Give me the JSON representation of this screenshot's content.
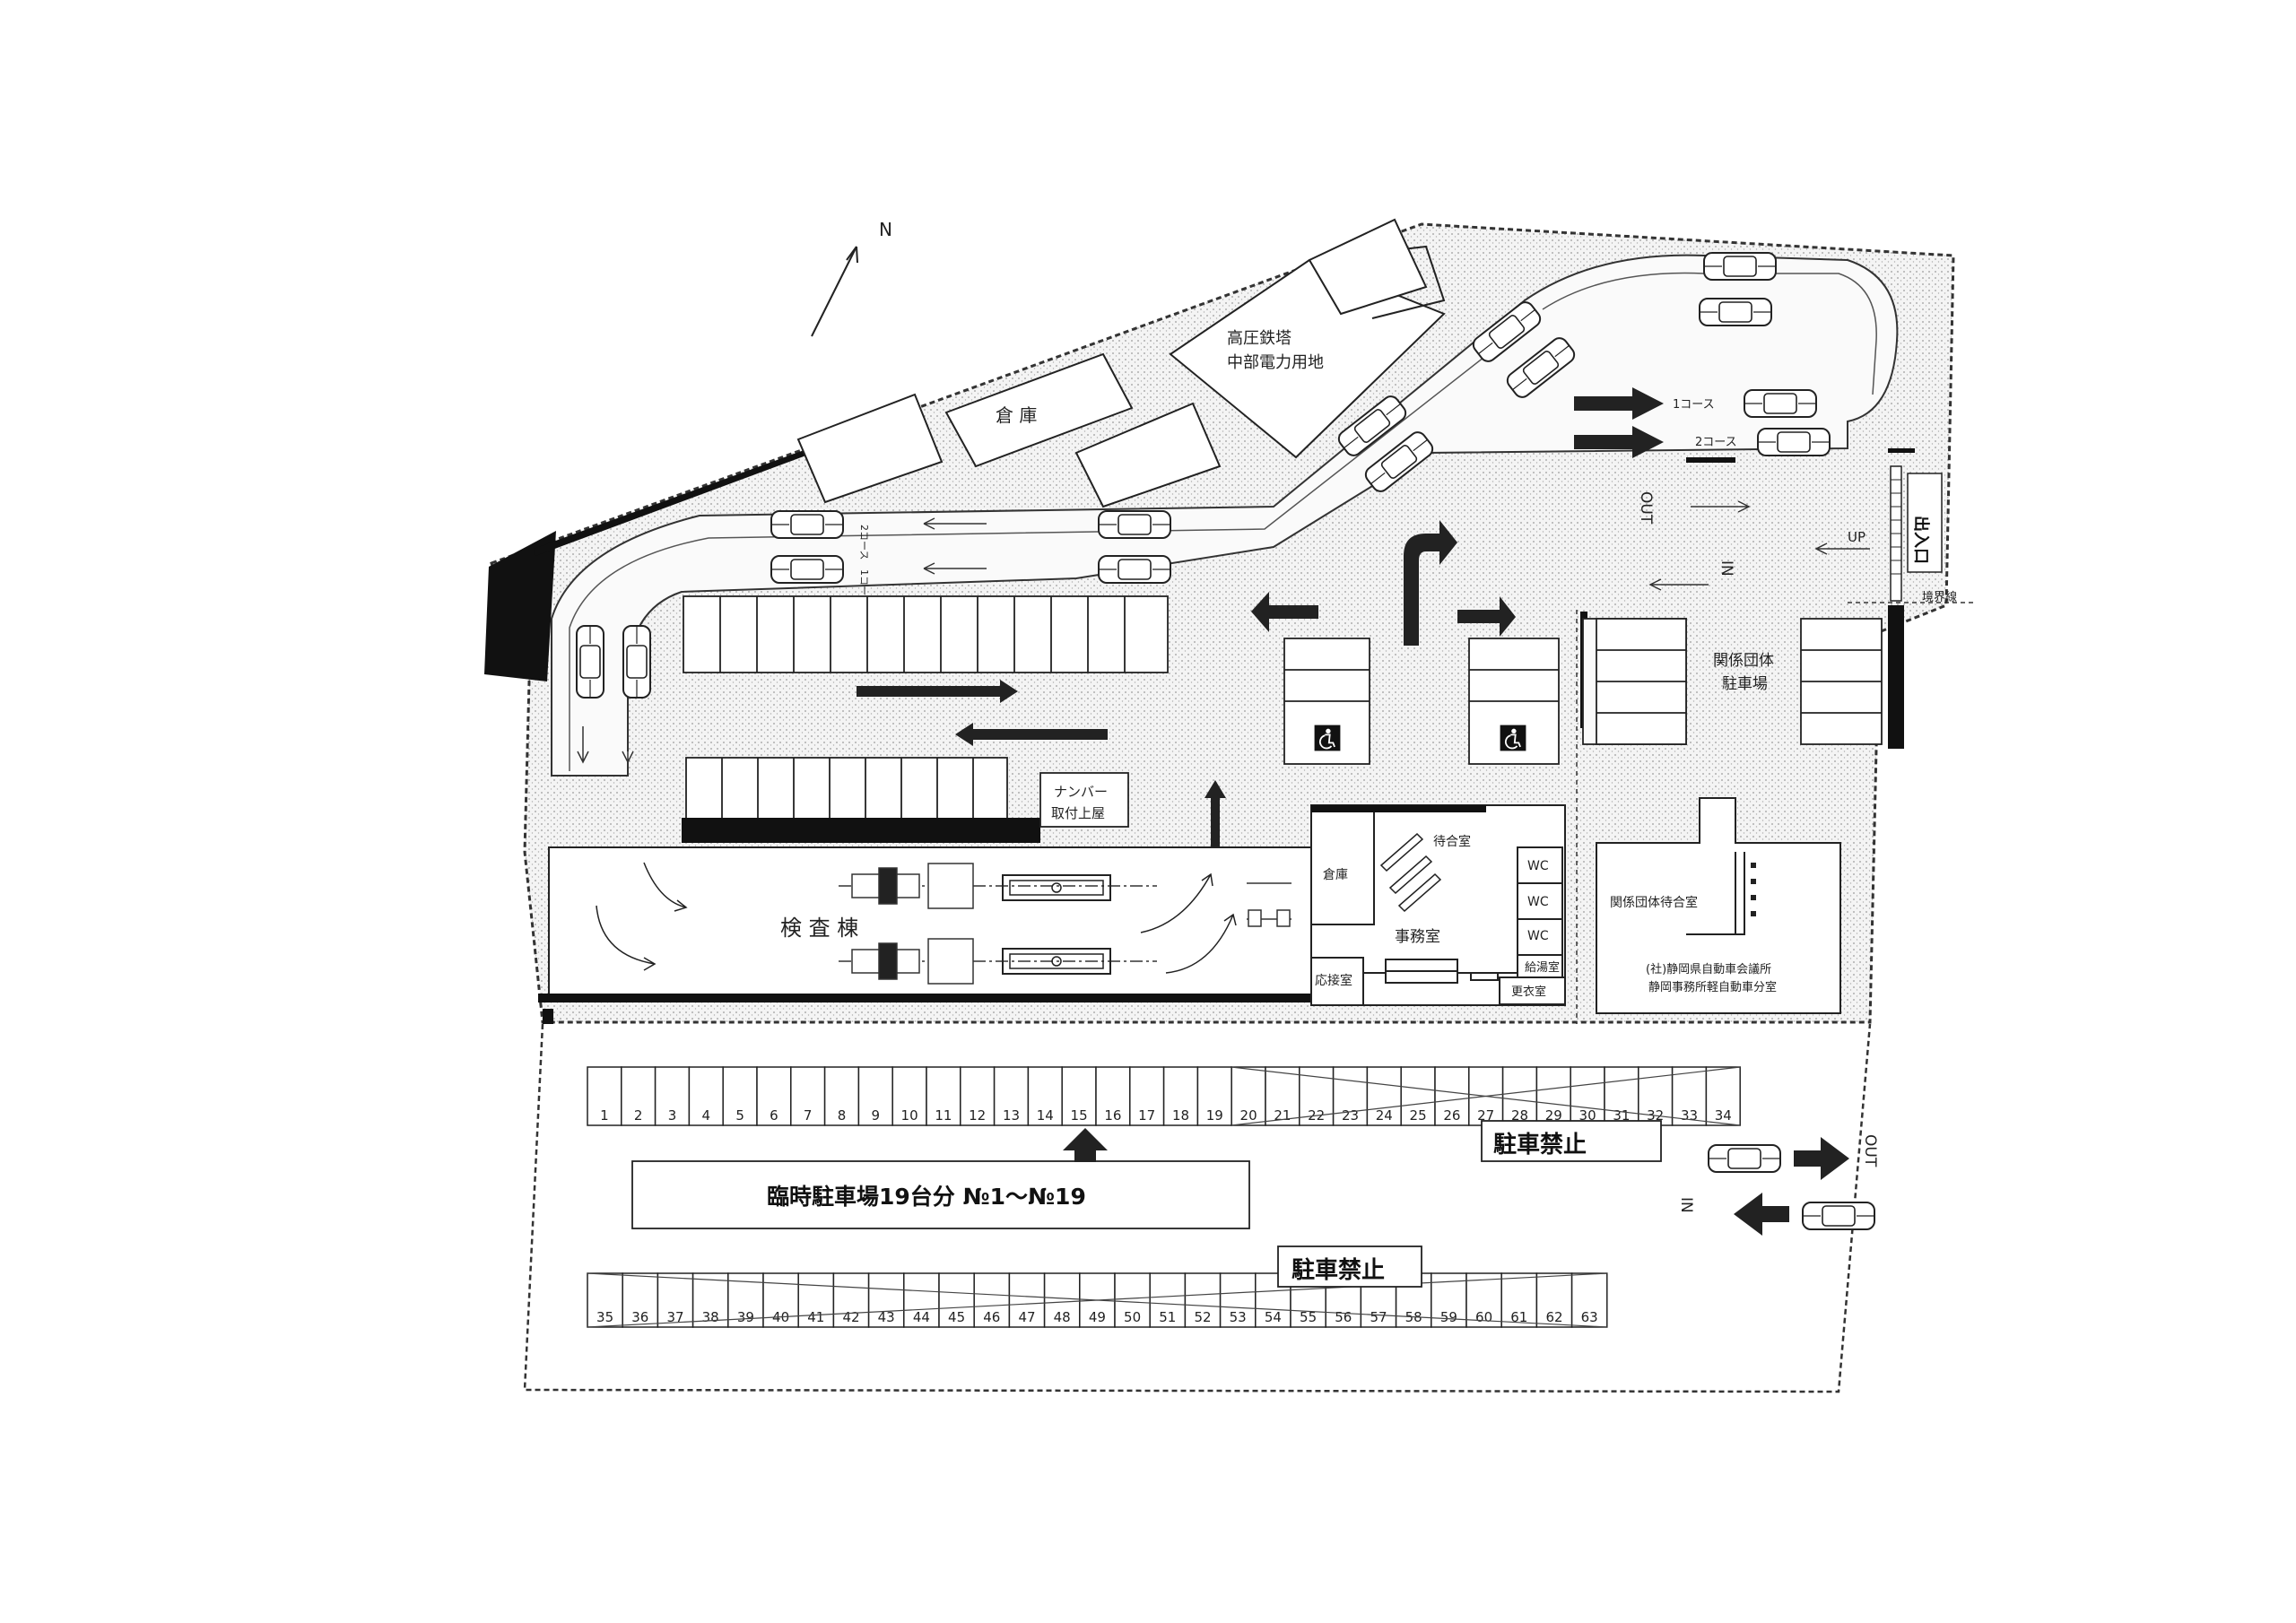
{
  "north": "N",
  "areas": {
    "pylon": [
      "高圧鉄塔",
      "中部電力用地"
    ],
    "warehouse": "倉 庫",
    "number_roof": [
      "ナンバー",
      "取付上屋"
    ],
    "inspection": "検 査 棟",
    "group_parking": [
      "関係団体",
      "駐車場"
    ],
    "entrance": "出入口",
    "boundary": "境界線"
  },
  "courses": [
    "1コース",
    "2コース"
  ],
  "lane_labels": [
    "2コース",
    "1コース"
  ],
  "road": {
    "out": "OUT",
    "in": "IN",
    "up": "UP"
  },
  "rooms": {
    "storage": "倉庫",
    "waiting": "待合室",
    "office": "事務室",
    "reception": "応接室",
    "wc": [
      "WC",
      "WC",
      "WC"
    ],
    "kitchen": "給湯室",
    "locker": "更衣室",
    "group_waiting": "関係団体待合室",
    "assoc": [
      "(社)静岡県自動車会議所",
      "静岡事務所軽自動車分室"
    ]
  },
  "temp_parking": {
    "label": "臨時駐車場19台分 №1～№19",
    "row1": [
      "1",
      "2",
      "3",
      "4",
      "5",
      "6",
      "7",
      "8",
      "9",
      "10",
      "11",
      "12",
      "13",
      "14",
      "15",
      "16",
      "17",
      "18",
      "19",
      "20",
      "21",
      "22",
      "23",
      "24",
      "25",
      "26",
      "27",
      "28",
      "29",
      "30",
      "31",
      "32",
      "33",
      "34"
    ],
    "row2": [
      "35",
      "36",
      "37",
      "38",
      "39",
      "40",
      "41",
      "42",
      "43",
      "44",
      "45",
      "46",
      "47",
      "48",
      "49",
      "50",
      "51",
      "52",
      "53",
      "54",
      "55",
      "56",
      "57",
      "58",
      "59",
      "60",
      "61",
      "62",
      "63"
    ],
    "no_parking": [
      "駐車禁止",
      "駐車禁止"
    ]
  },
  "exit": {
    "out": "OUT",
    "in": "IN"
  }
}
